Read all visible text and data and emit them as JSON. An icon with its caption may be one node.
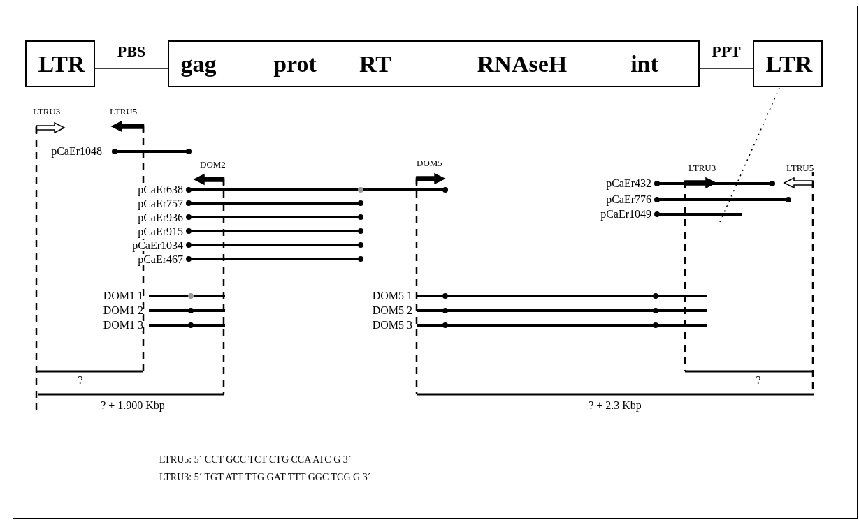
{
  "diagram": {
    "nodes": [
      {
        "text": [
          "LTR"
        ]
      },
      {
        "text": [
          "gag",
          "prot",
          "RT",
          "RNAseH",
          "int"
        ]
      },
      {
        "text": [
          "LTR"
        ]
      }
    ],
    "edges": [
      {
        "from": 0,
        "to": 1,
        "arrow": "none",
        "label": "PBS"
      },
      {
        "from": 1,
        "to": 2,
        "arrow": "none",
        "label": "PPT"
      },
      {
        "from": 2,
        "to": null,
        "arrow": "none",
        "style": "dashed"
      }
    ],
    "labels": [
      "LTRU3",
      "LTRU5",
      "pCaEr1048",
      "DOM2",
      "DOM5",
      "LTRU3",
      "LTRU5",
      "pCaEr638",
      "pCaEr432",
      "pCaEr757",
      "pCaEr776",
      "pCaEr936",
      "pCaEr1049",
      "pCaEr915",
      "pCaEr1034",
      "pCaEr467",
      "DOM1 1",
      "DOM5 1",
      "DOM1 2",
      "DOM5 2",
      "DOM1 3",
      "DOM5 3",
      "?",
      "?",
      "? + 1.900 Kbp",
      "? + 2.3 Kbp",
      "LTRU5: 5´ CCT GCC TCT CTG CCA ATC G 3`",
      "LTRU3: 5´ TGT ATT TTG GAT TTT GGC TCG G 3´"
    ]
  }
}
